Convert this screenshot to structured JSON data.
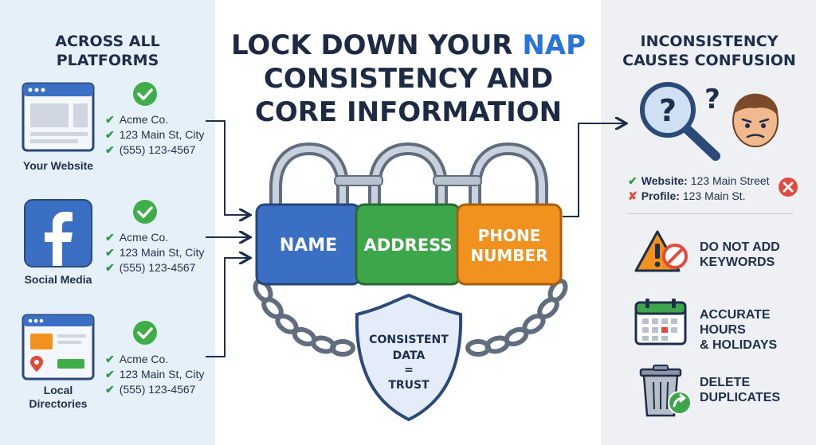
{
  "title": {
    "line1_pre": "LOCK DOWN YOUR ",
    "line1_highlight": "NAP",
    "line2": "CONSISTENCY AND",
    "line3": "CORE INFORMATION"
  },
  "left_panel": {
    "heading_line1": "ACROSS ALL",
    "heading_line2": "PLATFORMS",
    "sources": [
      {
        "label": "Your Website",
        "icon": "browser-window-icon",
        "name": "Acme Co.",
        "address": "123 Main St, City",
        "phone": "(555) 123-4567"
      },
      {
        "label": "Social Media",
        "icon": "facebook-icon",
        "name": "Acme Co.",
        "address": "123 Main St, City",
        "phone": "(555) 123-4567"
      },
      {
        "label_line1": "Local",
        "label_line2": "Directories",
        "icon": "directory-map-icon",
        "name": "Acme Co.",
        "address": "123 Main St, City",
        "phone": "(555) 123-4567"
      }
    ]
  },
  "center": {
    "locks": [
      {
        "label": "NAME",
        "color": "#3a6fc4"
      },
      {
        "label": "ADDRESS",
        "color": "#3ea64a"
      },
      {
        "label_line1": "PHONE",
        "label_line2": "NUMBER",
        "color": "#f1921f"
      }
    ],
    "shield": {
      "line1": "CONSISTENT",
      "line2": "DATA",
      "line3": "=",
      "line4": "TRUST"
    }
  },
  "right_panel": {
    "heading_line1": "INCONSISTENCY",
    "heading_line2": "CAUSES CONFUSION",
    "comparison": [
      {
        "key": "Website:",
        "value": "123 Main Street",
        "status": "valid"
      },
      {
        "key": "Profile:",
        "value": "123 Main St.",
        "status": "invalid"
      }
    ],
    "rules": [
      {
        "icon": "warning-no-keywords-icon",
        "line1": "DO NOT ADD",
        "line2": "KEYWORDS"
      },
      {
        "icon": "calendar-icon",
        "line1": "ACCURATE HOURS",
        "line2": "& HOLIDAYS"
      },
      {
        "icon": "trash-can-icon",
        "line1": "DELETE",
        "line2": "DUPLICATES"
      }
    ]
  },
  "colors": {
    "accent_blue": "#2a74d9",
    "check_green": "#3fae49",
    "error_red": "#e04b3c",
    "warning_orange": "#f1921f"
  }
}
